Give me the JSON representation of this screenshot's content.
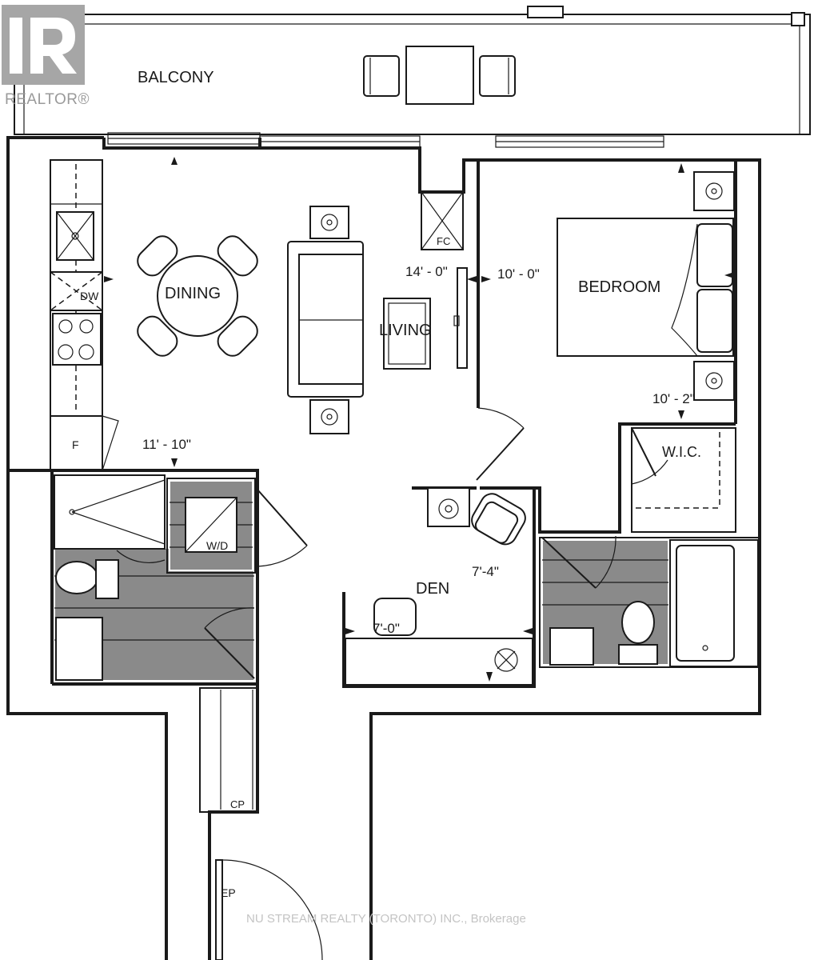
{
  "brand": {
    "logo_text": "REALTOR®",
    "watermark": "NU STREAM REALTY (TORONTO) INC., Brokerage"
  },
  "rooms": {
    "balcony": "BALCONY",
    "dining": "DINING",
    "living": "LIVING",
    "bedroom": "BEDROOM",
    "den": "DEN",
    "wic": "W.I.C."
  },
  "fixtures": {
    "fc": "FC",
    "dw": "DW",
    "f": "F",
    "wd": "W/D",
    "cp": "CP",
    "ep": "EP"
  },
  "dimensions": {
    "living_width": "14' - 0\"",
    "bedroom_width": "10' - 0\"",
    "bedroom_depth": "10' - 2\"",
    "dining_depth": "11' - 10\"",
    "den_depth": "7'-4\"",
    "den_width": "7'-0\""
  }
}
